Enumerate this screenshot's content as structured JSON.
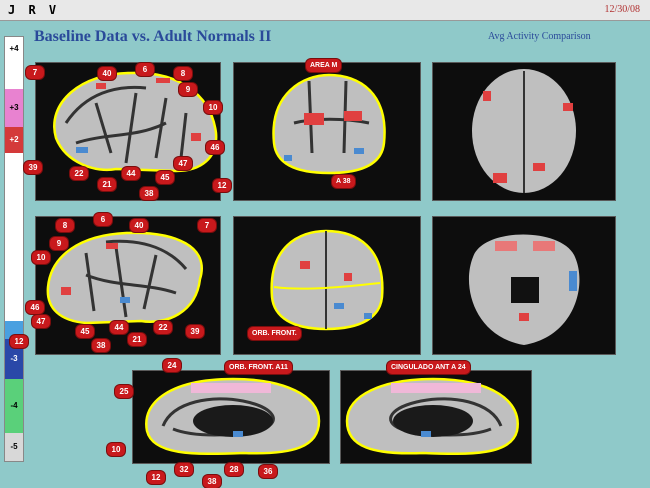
{
  "header": {
    "code": "J R V",
    "date": "12/30/08"
  },
  "title": "Baseline Data vs. Adult Normals II",
  "subtitle": "Avg Activity Comparison",
  "scale": [
    "+4",
    "+3",
    "+2",
    "-3",
    "-4",
    "-5"
  ],
  "panels": {
    "lateral_left": {
      "labels": [
        "7",
        "40",
        "6",
        "8",
        "9",
        "10",
        "46",
        "12",
        "47",
        "45",
        "38",
        "44",
        "21",
        "22",
        "39"
      ]
    },
    "front": {
      "labels": [
        "AREA M",
        "A 38"
      ]
    },
    "lateral_right": {
      "labels": [
        "8",
        "6",
        "40",
        "7",
        "9",
        "10",
        "46",
        "47",
        "45",
        "38",
        "44",
        "21",
        "22",
        "39",
        "12"
      ]
    },
    "posterior": {
      "labels": [
        "ORB. FRONT."
      ]
    },
    "medial_left": {
      "labels": [
        "24",
        "ORB. FRONT. A11",
        "25",
        "10",
        "12",
        "32",
        "38",
        "28",
        "36"
      ]
    },
    "medial_right": {
      "labels": [
        "CINGULADO ANT A 24"
      ]
    }
  },
  "colors": {
    "background": "#8fc9c9",
    "outline": "#ffff00",
    "label": "#c8191c",
    "title": "#2a4a9a"
  }
}
